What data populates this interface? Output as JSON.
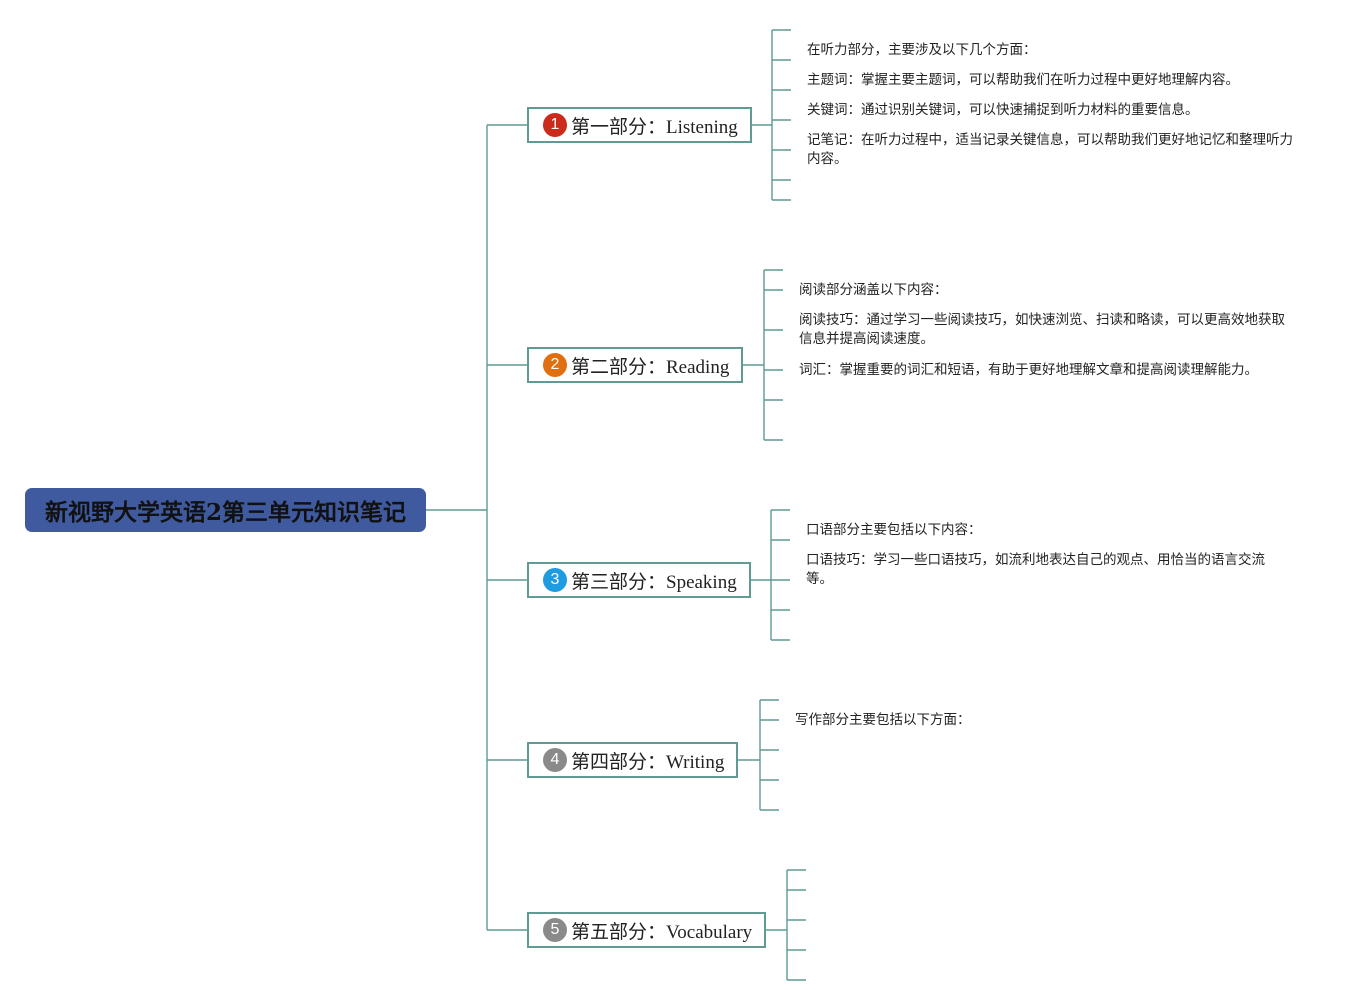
{
  "root": {
    "title": "新视野大学英语2第三单元知识笔记"
  },
  "colors": {
    "root_fill": "#3f5a9f",
    "link": "#5f9a93",
    "badges": [
      "#cc2a1a",
      "#e06f12",
      "#1f9be0",
      "#8a8a8a",
      "#8a8a8a"
    ]
  },
  "branches": [
    {
      "number": "1",
      "label": "第一部分：Listening",
      "notes": [
        "在听力部分，主要涉及以下几个方面：",
        "主题词：掌握主要主题词，可以帮助我们在听力过程中更好地理解内容。",
        "关键词：通过识别关键词，可以快速捕捉到听力材料的重要信息。",
        "记笔记：在听力过程中，适当记录关键信息，可以帮助我们更好地记忆和整理听力内容。"
      ]
    },
    {
      "number": "2",
      "label": "第二部分：Reading",
      "notes": [
        "阅读部分涵盖以下内容：",
        "阅读技巧：通过学习一些阅读技巧，如快速浏览、扫读和略读，可以更高效地获取信息并提高阅读速度。",
        "词汇：掌握重要的词汇和短语，有助于更好地理解文章和提高阅读理解能力。"
      ]
    },
    {
      "number": "3",
      "label": "第三部分：Speaking",
      "notes": [
        "口语部分主要包括以下内容：",
        "口语技巧：学习一些口语技巧，如流利地表达自己的观点、用恰当的语言交流等。"
      ]
    },
    {
      "number": "4",
      "label": "第四部分：Writing",
      "notes": [
        "写作部分主要包括以下方面："
      ]
    },
    {
      "number": "5",
      "label": "第五部分：Vocabulary",
      "notes": []
    }
  ]
}
